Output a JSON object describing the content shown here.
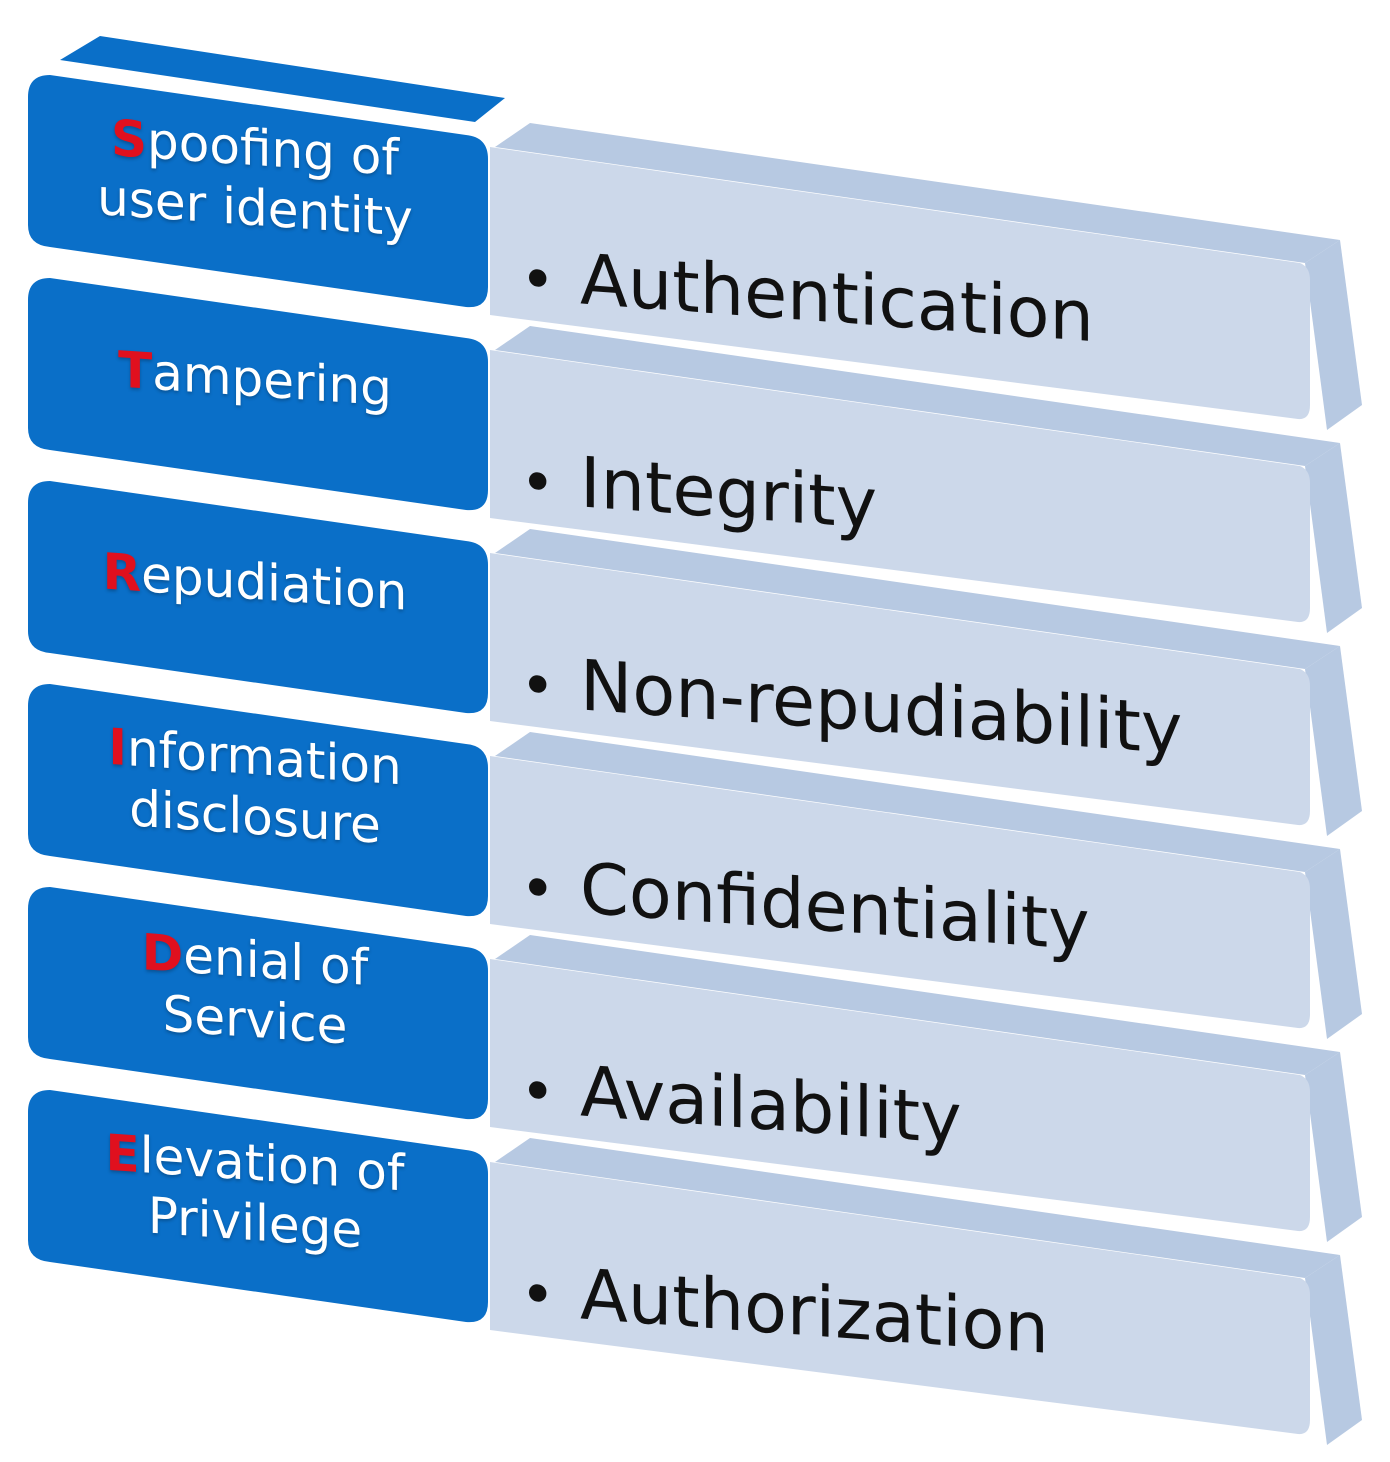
{
  "rows": [
    {
      "initial": "S",
      "line1_rest": "poofing of",
      "line2": "user identity",
      "property": "Authentication"
    },
    {
      "initial": "T",
      "line1_rest": "ampering",
      "line2": "",
      "property": "Integrity"
    },
    {
      "initial": "R",
      "line1_rest": "epudiation",
      "line2": "",
      "property": "Non-repudiability"
    },
    {
      "initial": "I",
      "line1_rest": "nformation",
      "line2": "disclosure",
      "property": "Confidentiality"
    },
    {
      "initial": "D",
      "line1_rest": "enial of",
      "line2": "Service",
      "property": "Availability"
    },
    {
      "initial": "E",
      "line1_rest": "levation of",
      "line2": "Privilege",
      "property": "Authorization"
    }
  ],
  "bullet": "•",
  "colors": {
    "threat_box": "#0a6fc8",
    "threat_box_top": "#0a6fc8",
    "property_box": "#ccd8ea",
    "property_box_edge": "#b7c9e2",
    "initial_letter": "#e0101e",
    "property_text": "#111111"
  }
}
